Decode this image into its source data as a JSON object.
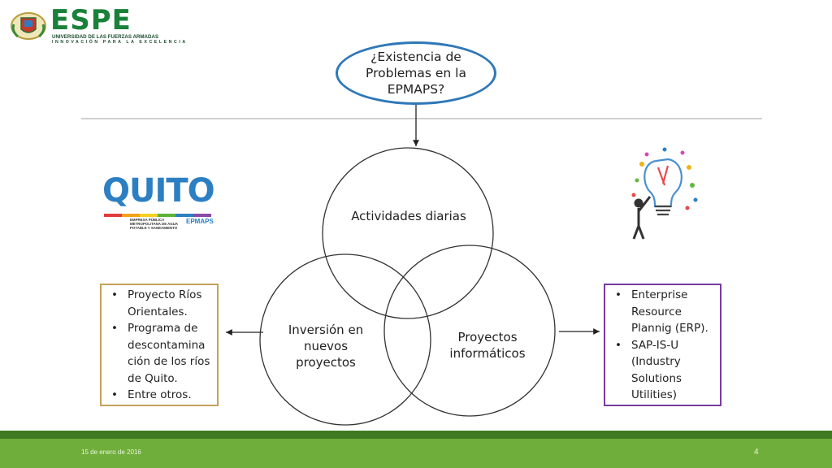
{
  "header": {
    "logo_word": "ESPE",
    "logo_line1": "UNIVERSIDAD DE LAS FUERZAS ARMADAS",
    "logo_line2": "INNOVACIÓN PARA LA EXCELENCIA"
  },
  "question": "¿Existencia de Problemas en la EPMAPS?",
  "venn": {
    "top": "Actividades diarias",
    "left": "Inversión en nuevos proyectos",
    "right": "Proyectos informáticos"
  },
  "left_box": {
    "items": [
      "Proyecto Ríos Orientales.",
      "Programa de descontamina ción de los ríos de Quito.",
      "Entre otros."
    ]
  },
  "right_box": {
    "items": [
      "Enterprise Resource Plannig (ERP).",
      "SAP-IS-U (Industry Solutions Utilities)"
    ]
  },
  "quito_logo": {
    "word": "QUITO",
    "sub": "EMPRESA PÚBLICA METROPOLITANA DE AGUA POTABLE Y SANEAMIENTO",
    "brand": "EPMAPS"
  },
  "footer": {
    "date": "15 de enero de 2016",
    "page": "4"
  },
  "colors": {
    "ellipse_border": "#2f78b7",
    "box_left_border": "#c2a25a",
    "box_right_border": "#7a3aa0",
    "footer_green": "#6fae3a",
    "espe_green": "#19813a"
  }
}
